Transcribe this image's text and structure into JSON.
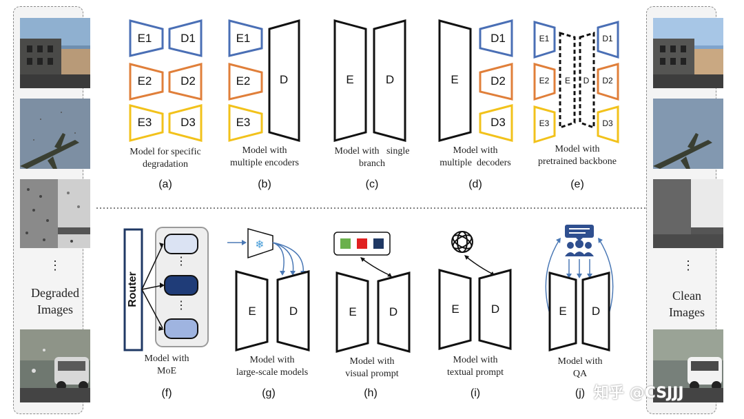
{
  "left_panel": {
    "dots": "⋮",
    "label_line1": "Degraded",
    "label_line2": "Images"
  },
  "right_panel": {
    "dots": "⋮",
    "label_line1": "Clean",
    "label_line2": "Images"
  },
  "blocks": {
    "E1": "E1",
    "E2": "E2",
    "E3": "E3",
    "D1": "D1",
    "D2": "D2",
    "D3": "D3",
    "E": "E",
    "D": "D",
    "router": "Router"
  },
  "captions": {
    "a": [
      "Model for specific",
      "degradation"
    ],
    "b": [
      "Model with",
      "multiple  encoders"
    ],
    "c": [
      "Model with   single",
      "branch"
    ],
    "d": [
      "Model with",
      "multiple  decoders"
    ],
    "e": [
      "Model with",
      "pretrained backbone"
    ],
    "f": [
      "Model with",
      "MoE"
    ],
    "g": [
      "Model with",
      "large-scale models"
    ],
    "h": [
      "Model with",
      "visual prompt"
    ],
    "i": [
      "Model with",
      "textual prompt"
    ],
    "j": [
      "Model with",
      "QA"
    ]
  },
  "letters": {
    "a": "(a)",
    "b": "(b)",
    "c": "(c)",
    "d": "(d)",
    "e": "(e)",
    "f": "(f)",
    "g": "(g)",
    "h": "(h)",
    "i": "(i)",
    "j": "(j)"
  },
  "watermark": "知乎 @CSJJJ",
  "colors": {
    "blue": "#4a6fb5",
    "orange": "#e07f3a",
    "yellow": "#f2c21b",
    "black": "#111111",
    "navy": "#1f3864",
    "prompt_green": "#6ab04c",
    "prompt_red": "#e02020",
    "prompt_navy": "#1f3864",
    "arrow_blue": "#4a78b5"
  }
}
